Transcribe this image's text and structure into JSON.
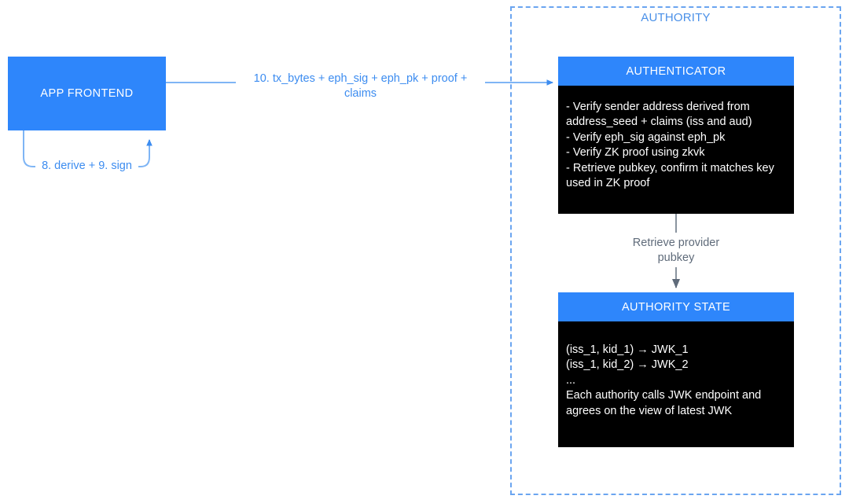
{
  "diagram": {
    "authority_group": {
      "label": "AUTHORITY",
      "border_color": "#6BA5F0",
      "title_color": "#4A90E8",
      "style": "dashed"
    },
    "nodes": {
      "app_frontend": {
        "label": "APP FRONTEND",
        "fill": "#2E86FB",
        "text_color": "#FFFFFF"
      },
      "authenticator": {
        "header": "AUTHENTICATOR",
        "header_fill": "#2E86FB",
        "body_fill": "#000000",
        "body_text_color": "#FFFFFF",
        "body": "- Verify sender address derived from address_seed + claims (iss and aud)\n- Verify eph_sig against eph_pk\n- Verify ZK proof using zkvk\n- Retrieve pubkey, confirm it matches key used in ZK proof"
      },
      "authority_state": {
        "header": "AUTHORITY STATE",
        "header_fill": "#2E86FB",
        "body_fill": "#000000",
        "body_text_color": "#FFFFFF",
        "body": "(iss_1, kid_1) → JWK_1\n(iss_1, kid_2) → JWK_2\n...\nEach authority calls JWK endpoint and agrees on the view of latest JWK"
      }
    },
    "edges": {
      "frontend_to_authenticator": {
        "label": "10. tx_bytes + eph_sig + eph_pk + proof +\nclaims",
        "color": "#3C8CF0",
        "from": "app_frontend",
        "to": "authenticator"
      },
      "frontend_self_loop": {
        "label": "8. derive + 9. sign",
        "color": "#3C8CF0",
        "from": "app_frontend",
        "to": "app_frontend"
      },
      "authenticator_to_state": {
        "label": "Retrieve provider\npubkey",
        "color": "#5F6B7A",
        "from": "authenticator",
        "to": "authority_state"
      }
    }
  }
}
